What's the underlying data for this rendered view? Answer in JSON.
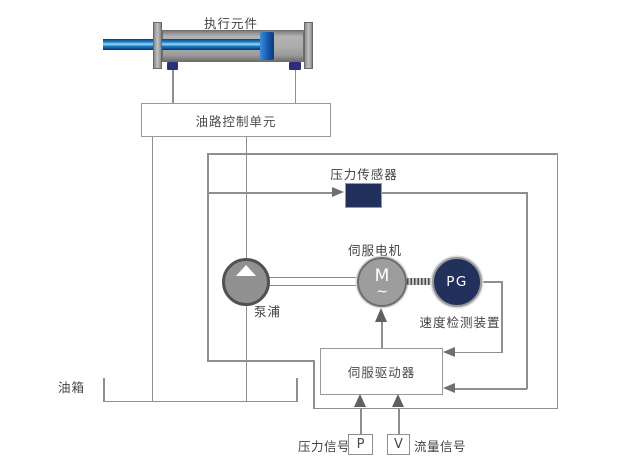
{
  "actuator": {
    "label": "执行元件"
  },
  "oil_control_unit": {
    "label": "油路控制单元"
  },
  "pressure_sensor": {
    "label": "压力传感器"
  },
  "servo_motor": {
    "label": "伺服电机",
    "symbol": "M",
    "phase_symbol": "~"
  },
  "pump": {
    "label": "泵浦"
  },
  "speed_detector": {
    "label": "速度检测装置",
    "symbol": "PG"
  },
  "servo_driver": {
    "label": "伺服驱动器"
  },
  "oil_tank": {
    "label": "油箱"
  },
  "signals": {
    "pressure": {
      "label": "压力信号",
      "symbol": "P"
    },
    "flow": {
      "label": "流量信号",
      "symbol": "V"
    }
  },
  "colors": {
    "navy": "#22305c",
    "line_gray": "#8f8f8f",
    "component_gray": "#9d9d9d",
    "rod_blue": "#1286cd",
    "arrow_gray": "#606060"
  }
}
